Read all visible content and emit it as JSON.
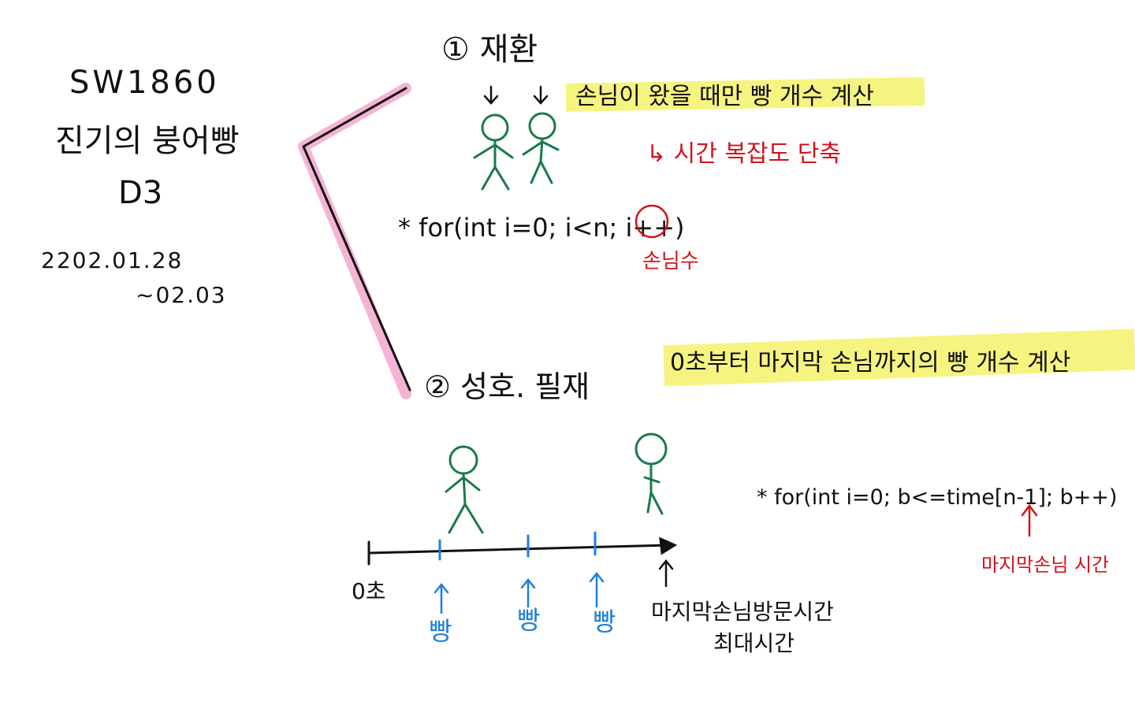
{
  "colors": {
    "ink": "#111111",
    "red": "#d1141b",
    "green": "#1a7a4a",
    "blue": "#1e7ee0",
    "highlight_yellow": "#f4f26a",
    "highlight_pink": "#f3a6cf"
  },
  "left_title": {
    "problem_id": "SW1860",
    "problem_name": "진기의 붕어빵",
    "difficulty": "D3",
    "date_start": "2202.01.28",
    "date_end": "~02.03"
  },
  "section1": {
    "header": "① 재환",
    "note": "손님이 왔을 때만 빵 개수 계산",
    "sub_note": "↳ 시간 복잡도 단축",
    "code": "* for(int i=0; i<n; i++)",
    "code_annotation": "손님수"
  },
  "section2": {
    "header": "② 성호. 필재",
    "note": "0초부터 마지막 손님까지의 빵 개수 계산",
    "code": "* for(int i=0; b<=time[n-1]; b++)",
    "code_annotation": "마지막손님 시간",
    "timeline_start": "0초",
    "bread_label_1": "빵",
    "bread_label_2": "빵",
    "bread_label_3": "빵",
    "end_label_line1": "마지막손님방문시간",
    "end_label_line2": "최대시간"
  }
}
